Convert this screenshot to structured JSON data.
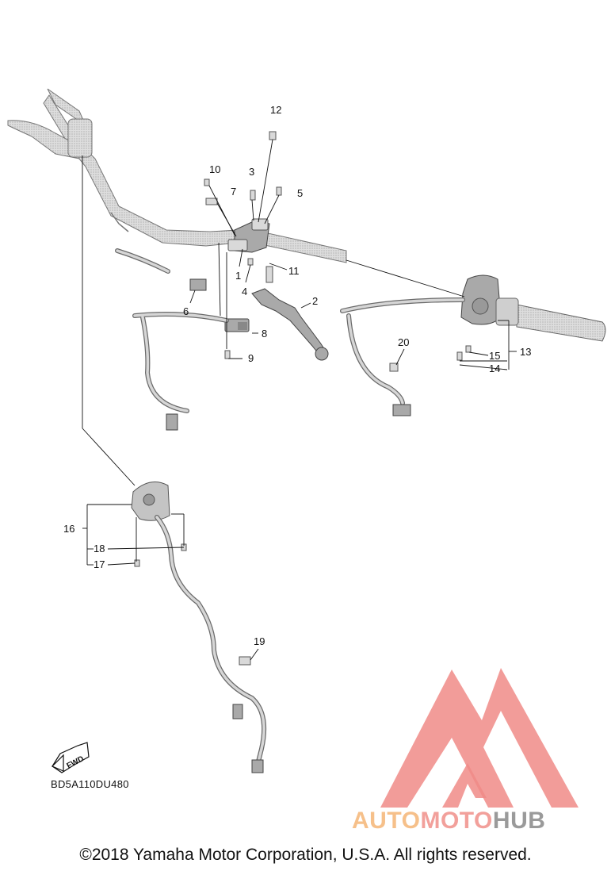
{
  "callouts": [
    "1",
    "2",
    "3",
    "4",
    "5",
    "6",
    "7",
    "8",
    "9",
    "10",
    "11",
    "12",
    "13",
    "14",
    "15",
    "16",
    "17",
    "18",
    "19",
    "20"
  ],
  "fwd_label": "FWD",
  "diagram_code": "BD5A110DU480",
  "logo_text": {
    "auto": "AUTO",
    "moto": "MOTO",
    "hub": "HUB"
  },
  "copyright": "©2018 Yamaha Motor Corporation, U.S.A. All rights reserved.",
  "colors": {
    "logo_red": "#e8413a",
    "logo_orange": "#f39a3c",
    "logo_gray": "#8a8a8a"
  }
}
